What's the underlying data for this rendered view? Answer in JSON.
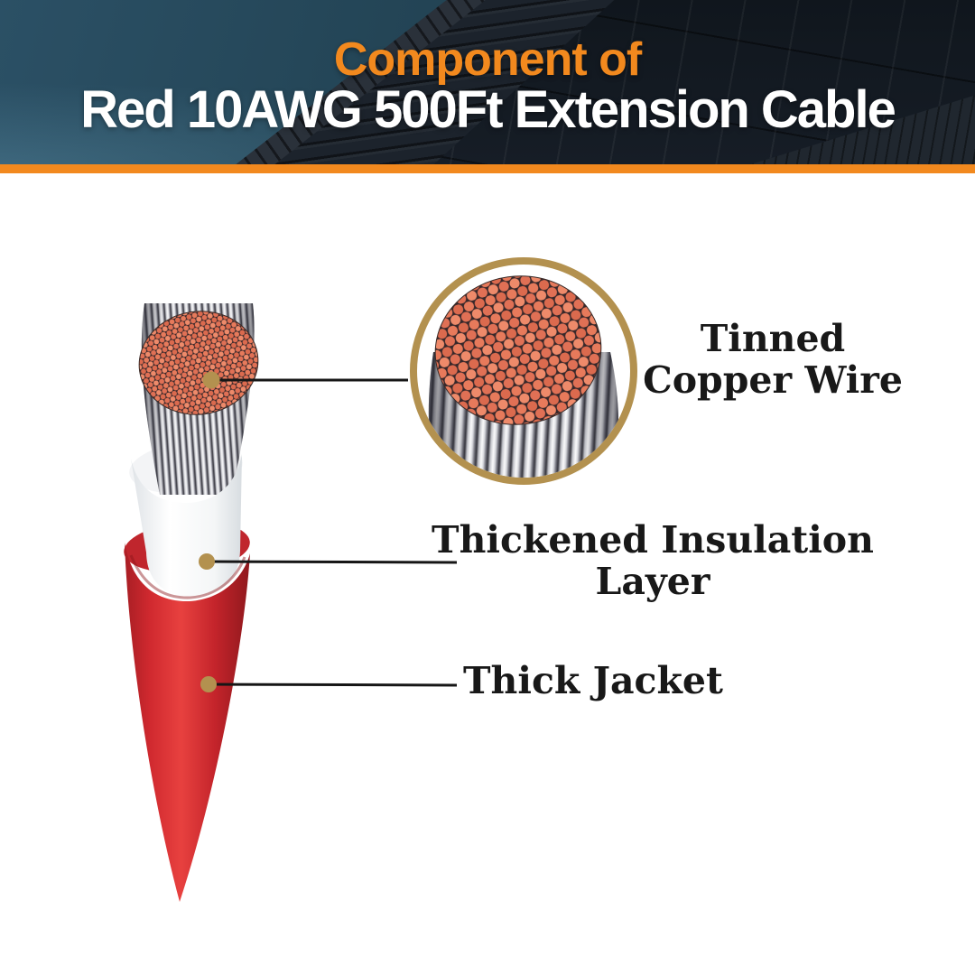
{
  "header": {
    "eyebrow": "Component of",
    "title": "Red 10AWG 500Ft Extension Cable"
  },
  "callouts": {
    "copper": {
      "line1": "Tinned",
      "line2": "Copper Wire"
    },
    "insulation": {
      "line1": "Thickened Insulation",
      "line2": "Layer"
    },
    "jacket": {
      "line1": "Thick Jacket"
    }
  },
  "colors": {
    "accent_orange": "#F2891E",
    "callout_gold": "#B3914F",
    "jacket_red": "#D92B31",
    "insulation_white": "#FFFFFF",
    "copper_strand_orange": "#E87A5B",
    "tin_strand_silver": "#C9CAD0",
    "label_text": "#181818",
    "sky_dark_teal": "#1D3C4D",
    "roof_panel_dark": "#12181F"
  }
}
